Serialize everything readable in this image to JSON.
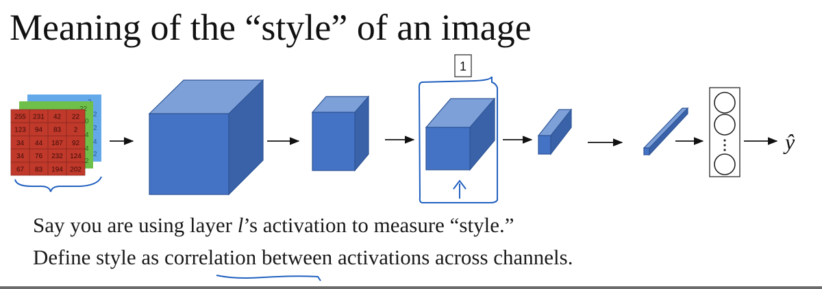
{
  "title": "Meaning of the “style” of an image",
  "layer_box_label": "1",
  "input_image": {
    "red_grid": [
      [
        "255",
        "231",
        "42",
        "22"
      ],
      [
        "123",
        "94",
        "83",
        "2"
      ],
      [
        "34",
        "44",
        "187",
        "92"
      ],
      [
        "34",
        "76",
        "232",
        "124"
      ],
      [
        "67",
        "83",
        "194",
        "202"
      ]
    ],
    "green_edge": [
      "22",
      "0",
      "4",
      "4",
      "2"
    ],
    "blue_edge": [
      "2",
      "2",
      "2",
      "4",
      "2"
    ],
    "colors": {
      "red": "#c0392b",
      "green": "#6ec04a",
      "blue": "#63a8e8"
    }
  },
  "output_label": "ŷ",
  "text": {
    "line1_pre": "Say you are using layer ",
    "line1_var": "l",
    "line1_post": "’s activation to measure “style.”",
    "line2_pre": "Define style as ",
    "line2_word": "correlation",
    "line2_post": " between activations across channels."
  },
  "colors": {
    "cube": "#4472c4",
    "annotation": "#1f5fbf"
  }
}
